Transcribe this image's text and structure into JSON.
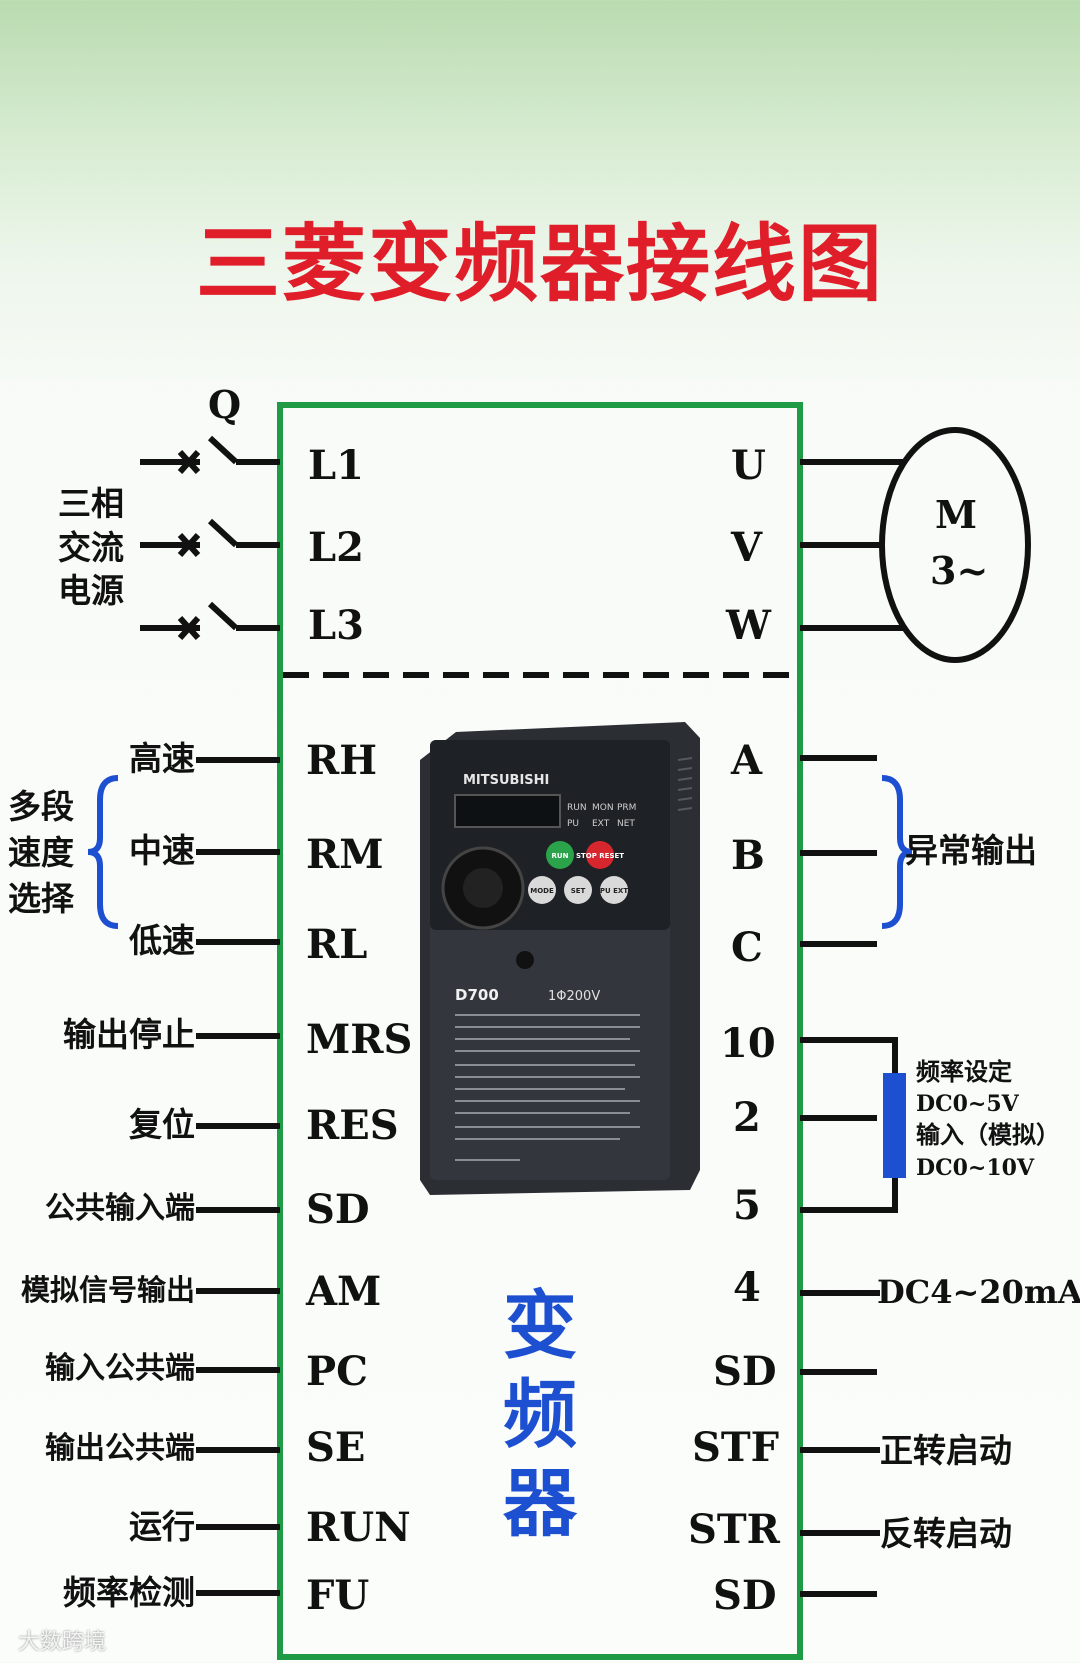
{
  "title": "三菱变频器接线图",
  "switch_label": "Q",
  "power_source_label": [
    "三相",
    "交流",
    "电源"
  ],
  "motor": {
    "line1": "M",
    "line2": "3~"
  },
  "inverter_label": "变频器",
  "product": {
    "brand": "MITSUBISHI",
    "model": "D700",
    "rating": "1Φ200V",
    "keys": [
      "RUN",
      "STOP RESET",
      "MODE",
      "SET",
      "PU EXT"
    ],
    "indicators": [
      "RUN",
      "MON",
      "PRM",
      "PU",
      "EXT",
      "NET"
    ]
  },
  "power_terminals_left": [
    "L1",
    "L2",
    "L3"
  ],
  "power_terminals_right": [
    "U",
    "V",
    "W"
  ],
  "left_terminals": [
    "RH",
    "RM",
    "RL",
    "MRS",
    "RES",
    "SD",
    "AM",
    "PC",
    "SE",
    "RUN",
    "FU"
  ],
  "left_labels": [
    "高速",
    "中速",
    "低速",
    "输出停止",
    "复位",
    "公共输入端",
    "模拟信号输出",
    "输入公共端",
    "输出公共端",
    "运行",
    "频率检测"
  ],
  "speed_group_label": [
    "多段",
    "速度",
    "选择"
  ],
  "right_terminals": [
    "A",
    "B",
    "C",
    "10",
    "2",
    "5",
    "4",
    "SD",
    "STF",
    "STR",
    "SD"
  ],
  "fault_output_label": "异常输出",
  "freq_setting": [
    "频率设定",
    "DC0~5V",
    "输入（模拟）",
    "DC0~10V"
  ],
  "right_labels": {
    "t4": "DC4~20mA",
    "stf": "正转启动",
    "str": "反转启动"
  },
  "watermark": "大数跨境",
  "colors": {
    "title": "#e01e2a",
    "frame": "#1f9b46",
    "accent": "#1d4fd1"
  }
}
